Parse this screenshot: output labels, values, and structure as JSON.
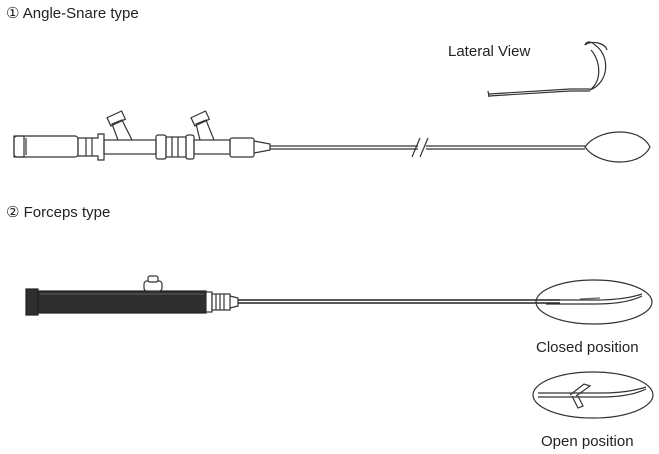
{
  "section1": {
    "title": "① Angle-Snare type",
    "lateral_label": "Lateral View"
  },
  "section2": {
    "title": "② Forceps type",
    "closed_label": "Closed position",
    "open_label": "Open position"
  },
  "colors": {
    "line": "#333333",
    "handle_fill": "#2e2e2e",
    "white": "#ffffff"
  }
}
